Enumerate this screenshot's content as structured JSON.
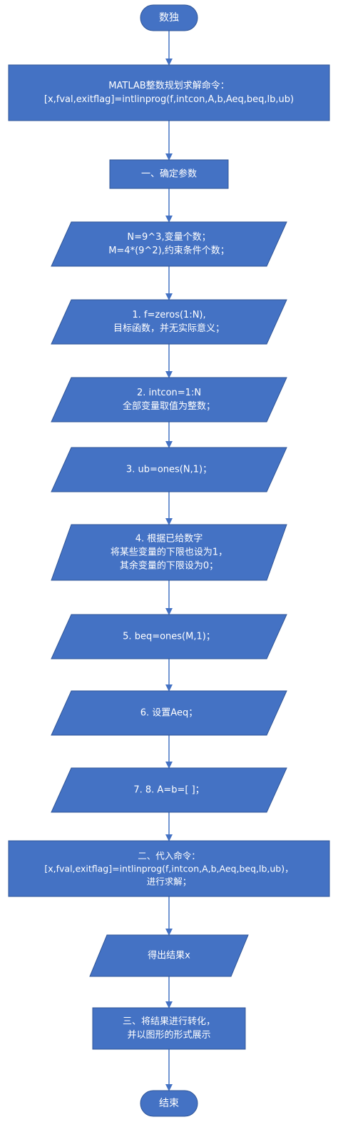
{
  "colors": {
    "node_fill": "#4472C4",
    "node_stroke": "#2F5597",
    "arrow": "#4472C4",
    "text": "#FFFFFF"
  },
  "nodes": [
    {
      "id": "start",
      "shape": "terminal",
      "lines": [
        "数独"
      ]
    },
    {
      "id": "command-intro",
      "shape": "rect",
      "lines": [
        "MATLAB整数规划求解命令：",
        "[x,fval,exitflag]=intlinprog(f,intcon,A,b,Aeq,beq,lb,ub)"
      ]
    },
    {
      "id": "step-one",
      "shape": "rect",
      "lines": [
        "一、确定参数"
      ]
    },
    {
      "id": "params",
      "shape": "parallelogram",
      "lines": [
        "N=9^3,变量个数；",
        "M=4*(9^2),约束条件个数；"
      ]
    },
    {
      "id": "param-f",
      "shape": "parallelogram",
      "lines": [
        "1. f=zeros(1:N),",
        "目标函数，并无实际意义；"
      ]
    },
    {
      "id": "param-intcon",
      "shape": "parallelogram",
      "lines": [
        "2. intcon=1:N",
        "全部变量取值为整数；"
      ]
    },
    {
      "id": "param-ub",
      "shape": "parallelogram",
      "lines": [
        "3. ub=ones(N,1)；"
      ]
    },
    {
      "id": "param-lb",
      "shape": "parallelogram",
      "lines": [
        "4. 根据已给数字",
        "将某些变量的下限也设为1，",
        "其余变量的下限设为0；"
      ]
    },
    {
      "id": "param-beq",
      "shape": "parallelogram",
      "lines": [
        "5. beq=ones(M,1)；"
      ]
    },
    {
      "id": "param-aeq",
      "shape": "parallelogram",
      "lines": [
        "6. 设置Aeq；"
      ]
    },
    {
      "id": "param-ab",
      "shape": "parallelogram",
      "lines": [
        "7. 8.  A=b=[ ]；"
      ]
    },
    {
      "id": "step-two",
      "shape": "rect",
      "lines": [
        "二、代入命令：",
        "[x,fval,exitflag]=intlinprog(f,intcon,A,b,Aeq,beq,lb,ub)，",
        "进行求解；"
      ]
    },
    {
      "id": "result",
      "shape": "parallelogram",
      "lines": [
        "得出结果x"
      ]
    },
    {
      "id": "step-three",
      "shape": "rect",
      "lines": [
        "三、将结果进行转化，",
        "并以图形的形式展示"
      ]
    },
    {
      "id": "end",
      "shape": "terminal",
      "lines": [
        "结束"
      ]
    }
  ]
}
